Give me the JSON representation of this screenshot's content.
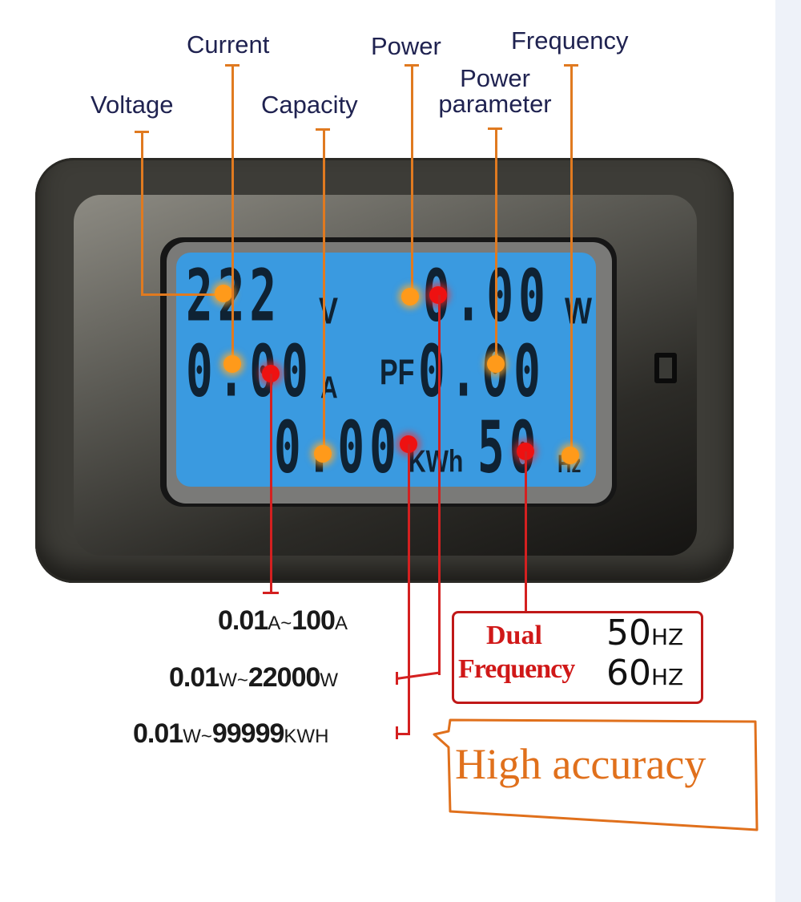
{
  "labels": {
    "voltage": "Voltage",
    "current": "Current",
    "capacity": "Capacity",
    "power": "Power",
    "power_parameter_line1": "Power",
    "power_parameter_line2": "parameter",
    "frequency": "Frequency"
  },
  "lcd": {
    "voltage_value": "222",
    "voltage_unit": "V",
    "current_value": "0.00",
    "current_unit": "A",
    "power_value": "0.00",
    "power_unit": "W",
    "pf_label": "PF",
    "pf_value": "0.00",
    "energy_value": "0.00",
    "energy_unit": "KWh",
    "frequency_value": "50",
    "frequency_unit": "Hz"
  },
  "ranges": {
    "current": {
      "min": "0.01",
      "min_unit": "A",
      "sep": "~",
      "max": "100",
      "max_unit": "A"
    },
    "power": {
      "min": "0.01",
      "min_unit": "W",
      "sep": "~",
      "max": "22000",
      "max_unit": "W"
    },
    "energy": {
      "min": "0.01",
      "min_unit": "W",
      "sep": "~",
      "max": "99999",
      "max_unit": "KWH"
    }
  },
  "dual_frequency": {
    "title_line1": "Dual",
    "title_line2": "Frequency",
    "freq1": "50",
    "freq1_unit": "HZ",
    "freq2": "60",
    "freq2_unit": "HZ"
  },
  "callout": {
    "text": "High accuracy"
  },
  "colors": {
    "label_text": "#1f2250",
    "orange_line": "#e07a20",
    "red_line": "#d42020",
    "lcd_blue": "#3a9ae0",
    "device_body": "#3d3c37",
    "accent_red": "#d01818",
    "accent_orange": "#e0701c"
  }
}
